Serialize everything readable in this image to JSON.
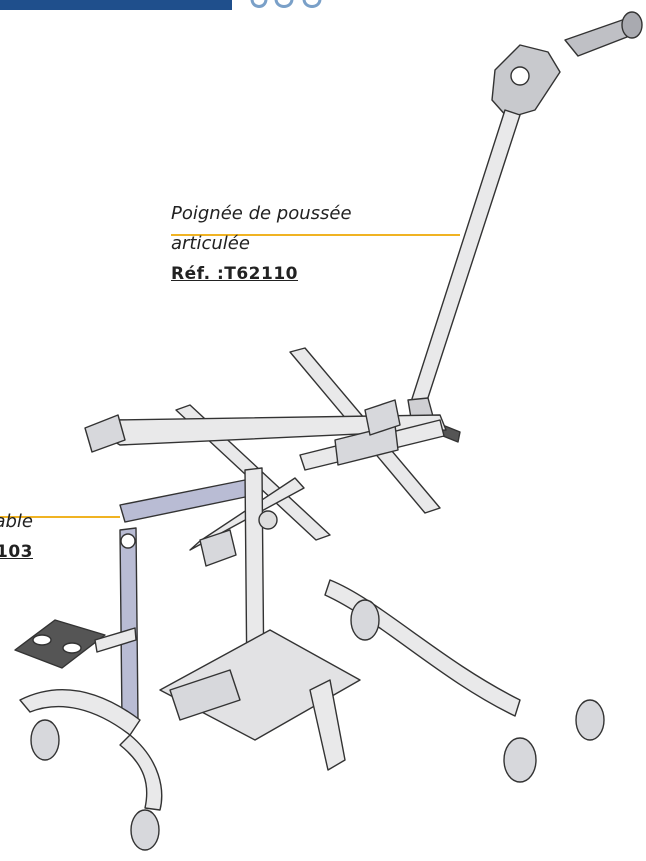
{
  "header": {
    "brand_color": "#1f4f8c",
    "logo_fragment": "ᴥ"
  },
  "callouts": {
    "push_handle": {
      "line1": "Poignée de poussée",
      "line2": "articulée",
      "reference": "Réf. :T62110"
    },
    "left_partial": {
      "line1": "",
      "line2": "able",
      "reference": "103"
    }
  },
  "colors": {
    "callout_line": "#f0b323",
    "frame_outline": "#333333",
    "tube_fill": "#e9e9ea",
    "vertical_arm_fill": "#b9bcd4"
  }
}
